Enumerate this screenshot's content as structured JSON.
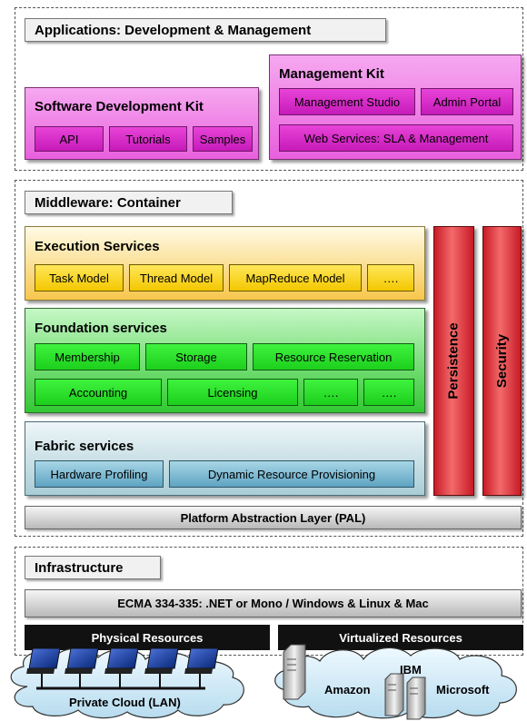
{
  "applications": {
    "title": "Applications: Development & Management",
    "sdk": {
      "title": "Software Development Kit",
      "items": [
        "API",
        "Tutorials",
        "Samples"
      ]
    },
    "mgmt": {
      "title": "Management Kit",
      "items": [
        "Management Studio",
        "Admin Portal",
        "Web Services: SLA & Management"
      ]
    }
  },
  "middleware": {
    "title": "Middleware: Container",
    "execution": {
      "title": "Execution Services",
      "items": [
        "Task Model",
        "Thread Model",
        "MapReduce Model",
        "…."
      ]
    },
    "foundation": {
      "title": "Foundation services",
      "items": [
        "Membership",
        "Storage",
        "Resource Reservation",
        "Accounting",
        "Licensing",
        "….",
        "…."
      ]
    },
    "fabric": {
      "title": "Fabric services",
      "items": [
        "Hardware Profiling",
        "Dynamic Resource Provisioning"
      ]
    },
    "persistence": "Persistence",
    "security": "Security",
    "pal": "Platform Abstraction Layer (PAL)"
  },
  "infrastructure": {
    "title": "Infrastructure",
    "ecma": "ECMA 334-335: .NET or Mono / Windows & Linux & Mac",
    "physical": "Physical Resources",
    "virtual": "Virtualized Resources",
    "private_cloud": "Private Cloud (LAN)",
    "providers": [
      "Amazon",
      "IBM",
      "Microsoft"
    ]
  },
  "colors": {
    "kit": "#e860dd",
    "execution": "#f3c700",
    "foundation": "#1ccf1c",
    "fabric": "#5ea4c2",
    "pillars": "#c81a26"
  },
  "icons": [
    "computer-icon",
    "server-icon",
    "cloud-icon"
  ]
}
